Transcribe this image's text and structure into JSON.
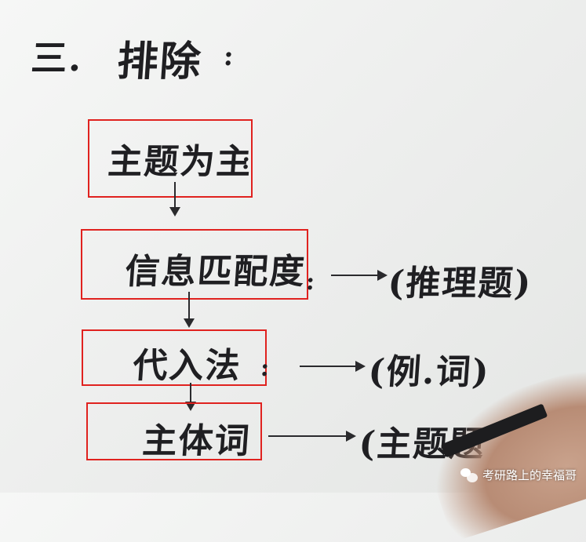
{
  "heading": {
    "number": "三.",
    "title": "排除",
    "trail": ":"
  },
  "steps": [
    {
      "text": "主题为主",
      "trail": ":"
    },
    {
      "text": "信息匹配度",
      "trail": ":"
    },
    {
      "text": "代入法",
      "trail": ":"
    },
    {
      "text": "主体词",
      "trail": ""
    }
  ],
  "targets": [
    {
      "text": "(推理题)"
    },
    {
      "text": "(例.词)"
    },
    {
      "text": "(主题题"
    }
  ],
  "watermark": {
    "icon": "wechat-icon",
    "label": "考研路上的幸福哥"
  },
  "colors": {
    "box": "#e0221f",
    "ink": "#1f1f22"
  }
}
